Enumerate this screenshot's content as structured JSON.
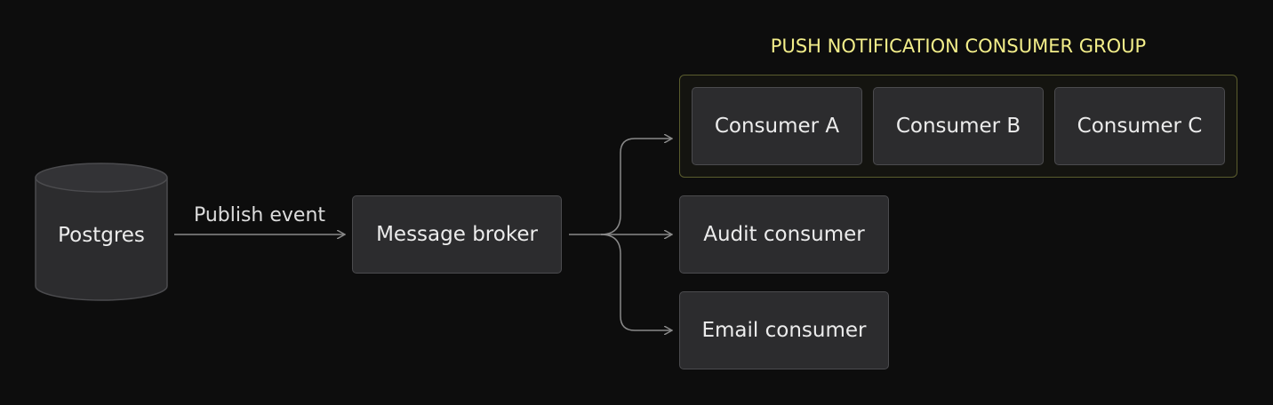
{
  "database": {
    "label": "Postgres"
  },
  "edge": {
    "label": "Publish event"
  },
  "broker": {
    "label": "Message broker"
  },
  "consumer_group": {
    "title": "PUSH NOTIFICATION CONSUMER GROUP",
    "consumers": [
      "Consumer A",
      "Consumer B",
      "Consumer C"
    ]
  },
  "consumers": {
    "audit": "Audit consumer",
    "email": "Email consumer"
  },
  "colors": {
    "background": "#0d0d0d",
    "node_fill": "#2c2c2e",
    "node_border": "#4b4b4e",
    "group_border": "#5a5c2e",
    "group_title": "#f3ee8a",
    "connector": "#8a8a8a"
  }
}
